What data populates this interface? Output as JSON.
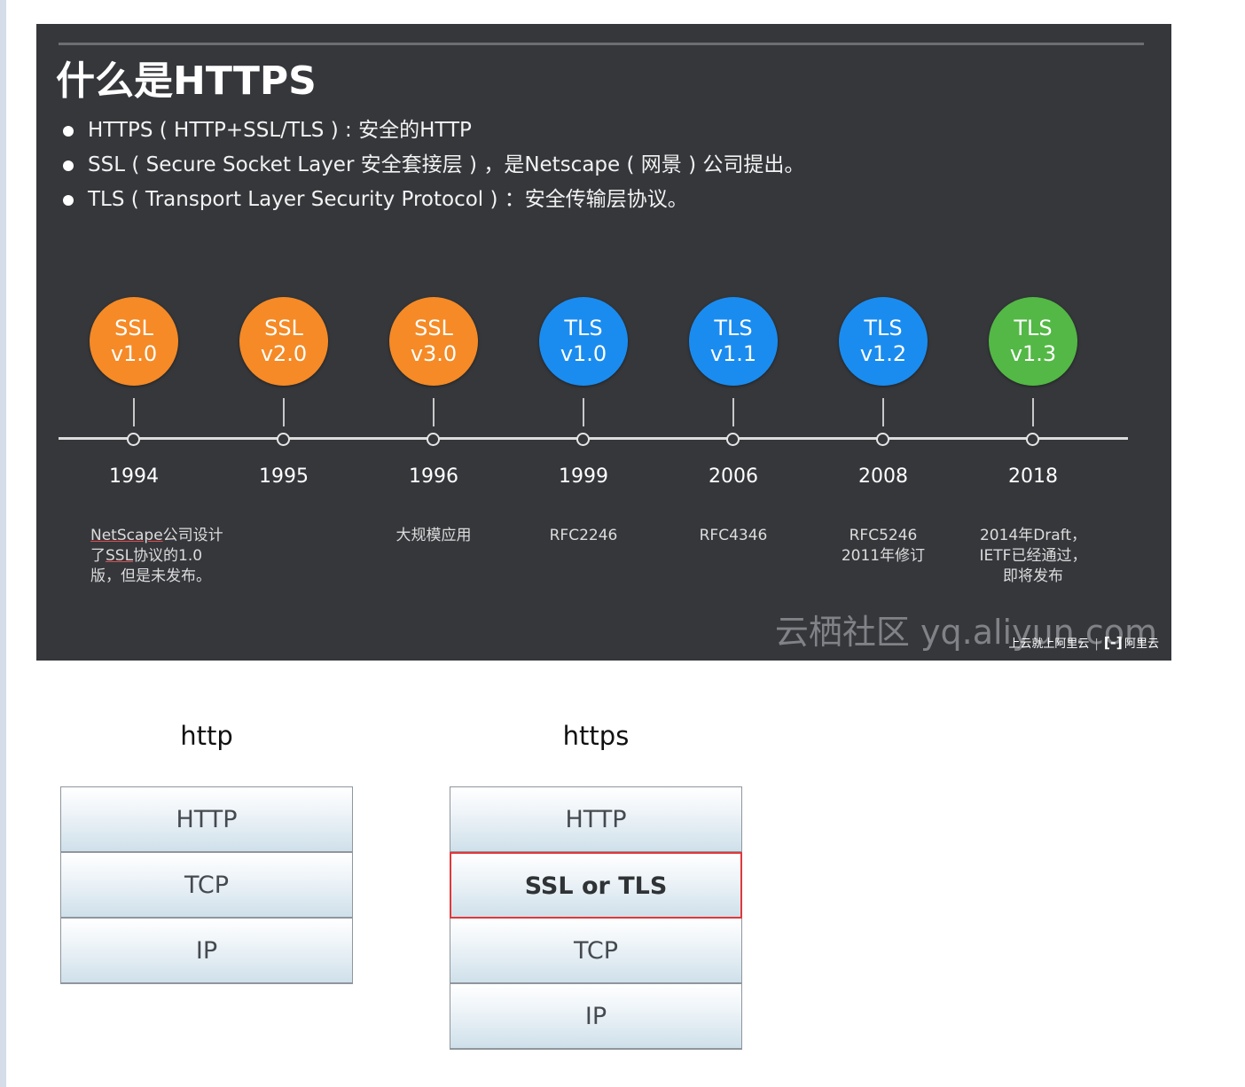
{
  "slide": {
    "title": "什么是HTTPS",
    "bullets": [
      "HTTPS ( HTTP+SSL/TLS ) : 安全的HTTP",
      "SSL ( Secure Socket Layer  安全套接层 ) ，是Netscape ( 网景 ) 公司提出。",
      "TLS ( Transport Layer Security Protocol ) ：安全传输层协议。"
    ],
    "timeline": [
      {
        "line1": "SSL",
        "line2": "v1.0",
        "year": "1994",
        "note_parts": [
          "NetScape",
          "公司设计了",
          "SSL",
          "协议的1.0版，但是未发布。"
        ],
        "color": "#f58a26"
      },
      {
        "line1": "SSL",
        "line2": "v2.0",
        "year": "1995",
        "note": "",
        "color": "#f58a26"
      },
      {
        "line1": "SSL",
        "line2": "v3.0",
        "year": "1996",
        "note": "大规模应用",
        "color": "#f58a26"
      },
      {
        "line1": "TLS",
        "line2": "v1.0",
        "year": "1999",
        "note": "RFC2246",
        "color": "#1a8cf0"
      },
      {
        "line1": "TLS",
        "line2": "v1.1",
        "year": "2006",
        "note": "RFC4346",
        "color": "#1a8cf0"
      },
      {
        "line1": "TLS",
        "line2": "v1.2",
        "year": "2008",
        "note": "RFC5246\n2011年修订",
        "color": "#1a8cf0"
      },
      {
        "line1": "TLS",
        "line2": "v1.3",
        "year": "2018",
        "note": "2014年Draft，\nIETF已经通过，\n即将发布",
        "color": "#53b845"
      }
    ],
    "watermark": "云栖社区 yq.aliyun.com",
    "brand_left": "上云就上阿里云",
    "brand_right": "阿里云"
  },
  "stacks": {
    "http": {
      "title": "http",
      "layers": [
        "HTTP",
        "TCP",
        "IP"
      ]
    },
    "https": {
      "title": "https",
      "layers": [
        "HTTP",
        "SSL or TLS",
        "TCP",
        "IP"
      ],
      "highlight_index": 1,
      "highlight_color": "#e0383b"
    }
  }
}
